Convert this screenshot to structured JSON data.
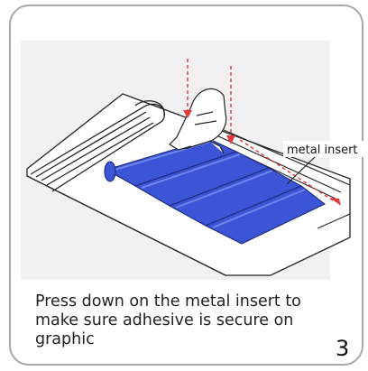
{
  "step": {
    "number": "3",
    "caption": "Press down on the metal insert to make sure adhesive is secure on graphic"
  },
  "illustration": {
    "callout_label": "metal insert",
    "colors": {
      "graphic_fill": "#3b55d6",
      "graphic_highlight": "#6f86ee",
      "arrow": "#e03a3a",
      "panel_bg": "#f1f1f1",
      "line": "#222222"
    }
  }
}
